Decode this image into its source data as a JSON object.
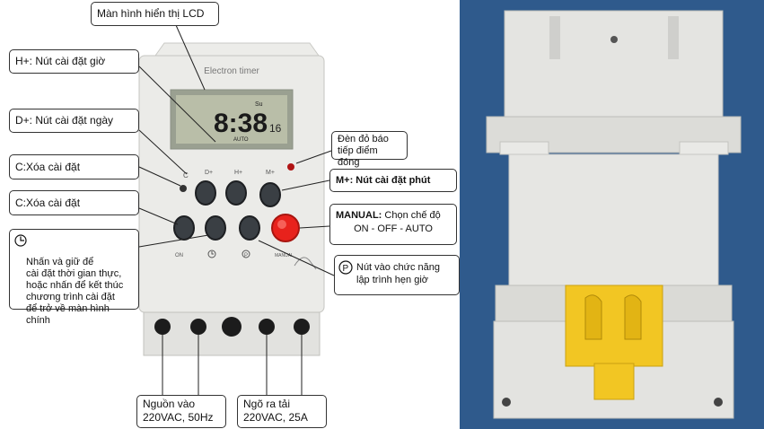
{
  "device": {
    "brand_label": "Electron timer",
    "lcd_time": "8:38",
    "lcd_small": "16",
    "lcd_top": "Su",
    "lcd_mode": "AUTO",
    "btn_c": "C",
    "btn_d": "D+",
    "btn_h": "H+",
    "btn_m": "M+",
    "btn_onoff": "ON",
    "btn_manual": "MANUAL"
  },
  "callouts": {
    "lcd": "Màn hình hiển thị LCD",
    "hour": "H+: Nút cài đặt giờ",
    "day": "D+: Nút cài đặt ngày",
    "clear1": "C:Xóa cài đặt",
    "clear2": "C:Xóa cài đặt",
    "clock_note": "Nhấn và giữ để\ncài đặt thời gian thực,\nhoặc nhấn để kết thúc\nchương trình cài đặt\nđể trở về màn hình chính",
    "red_led": "Đèn đỏ báo\ntiếp điểm đóng",
    "minute": "M+: Nút cài đặt phút",
    "manual_bold": "MANUAL:",
    "manual_rest": " Chọn chế độ",
    "manual_line2": "ON - OFF - AUTO",
    "program": "Nút vào chức năng\nlập trình hẹn giờ",
    "program_symbol": "P",
    "power_in": "Nguồn vào\n220VAC, 50Hz",
    "load_out": "Ngõ ra tải\n220VAC, 25A"
  },
  "colors": {
    "housing": "#e9e9e6",
    "lcd": "#b9bea8",
    "manual_button": "#e8221c",
    "photo_bg": "#2f5a8c"
  }
}
